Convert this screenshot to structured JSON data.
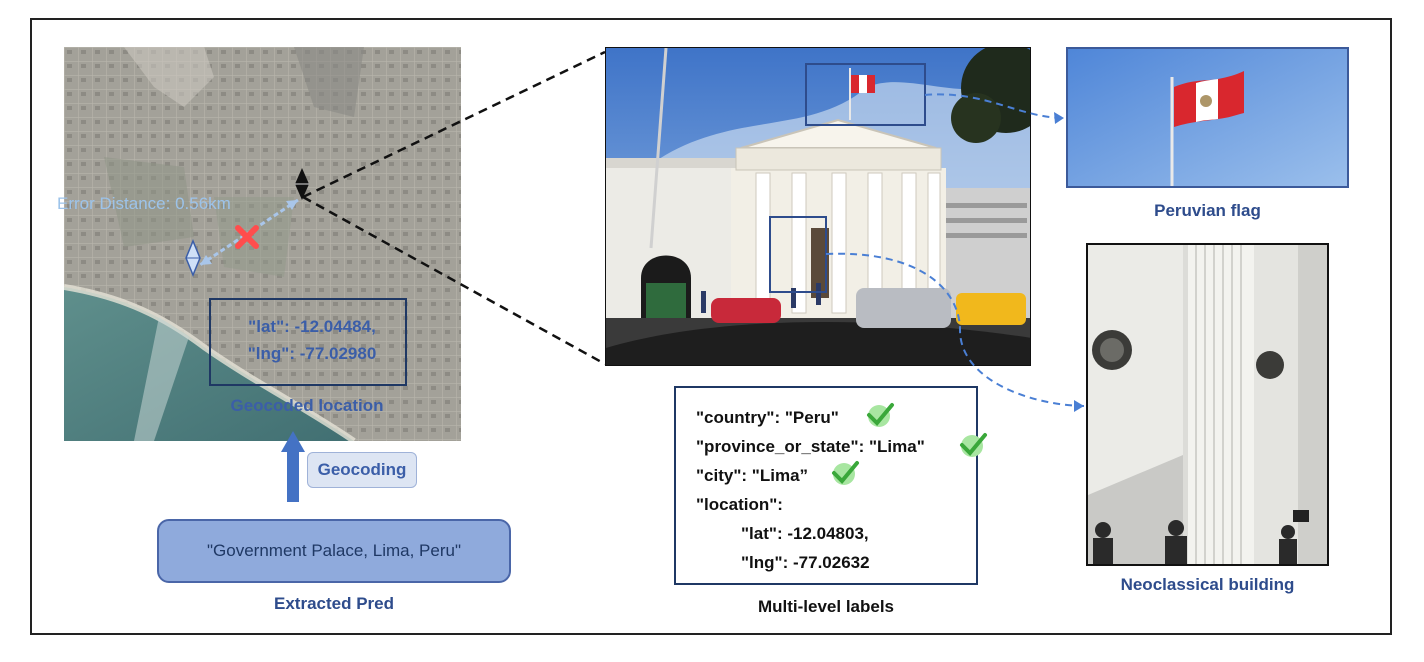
{
  "map": {
    "error_distance": "Error Distance: 0.56km",
    "geocoded_lat": "\"lat\": -12.04484,",
    "geocoded_lng": "\"lng\": -77.02980",
    "geocoded_caption": "Geocoded location"
  },
  "geocoding_label": "Geocoding",
  "pred": {
    "text": "\"Government Palace, Lima, Peru\"",
    "caption": "Extracted Pred"
  },
  "labels": {
    "country": "\"country\": \"Peru\"",
    "province": "\"province_or_state\": \"Lima\"",
    "city": "\"city\": \"Lima”",
    "location": "\"location\":",
    "lat": "\"lat\": -12.04803,",
    "lng": "\"lng\": -77.02632",
    "caption": "Multi-level labels"
  },
  "flag_caption": "Peruvian flag",
  "building_caption": "Neoclassical building",
  "colors": {
    "accent": "#3b5ea8",
    "box_border": "#1f3864",
    "pred_fill": "#8faadc",
    "error_marker": "#ff4d4d",
    "check": "#4cc34c"
  },
  "icons": [
    "error-x-icon",
    "prediction-marker-icon",
    "ground-truth-marker-icon",
    "check-icon"
  ]
}
